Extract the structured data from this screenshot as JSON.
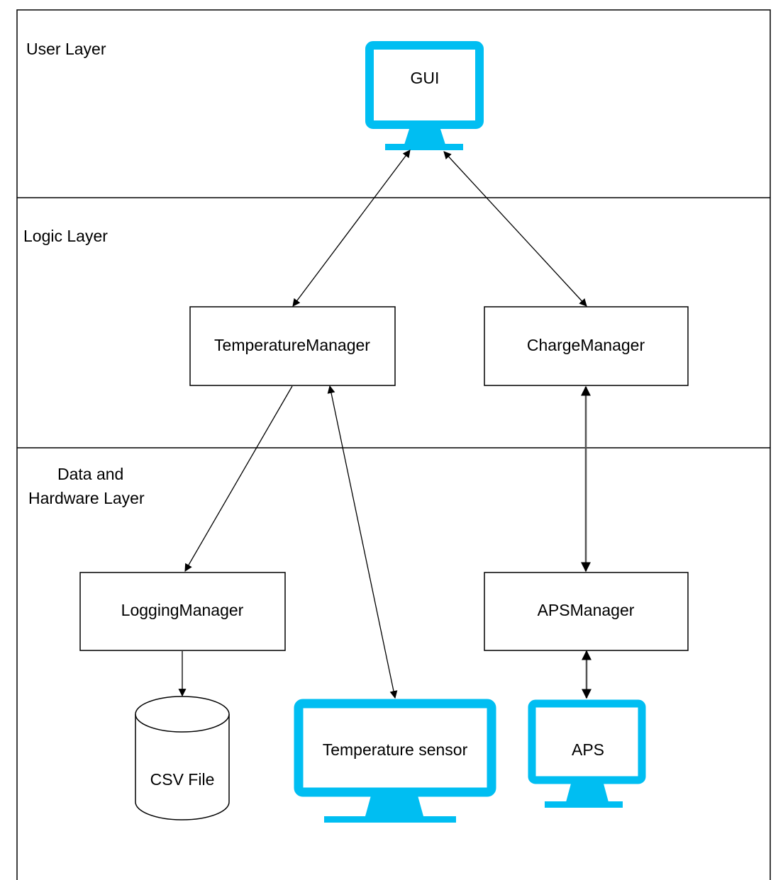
{
  "layers": {
    "user": "User Layer",
    "logic": "Logic Layer",
    "data_line1": "Data and",
    "data_line2": "Hardware Layer"
  },
  "nodes": {
    "gui": "GUI",
    "temperature_manager": "TemperatureManager",
    "charge_manager": "ChargeManager",
    "logging_manager": "LoggingManager",
    "aps_manager": "APSManager",
    "csv_file": "CSV File",
    "temperature_sensor": "Temperature sensor",
    "aps": "APS"
  },
  "colors": {
    "monitor": "#00BEF2",
    "border": "#000000",
    "gray_arrow": "#555555"
  }
}
